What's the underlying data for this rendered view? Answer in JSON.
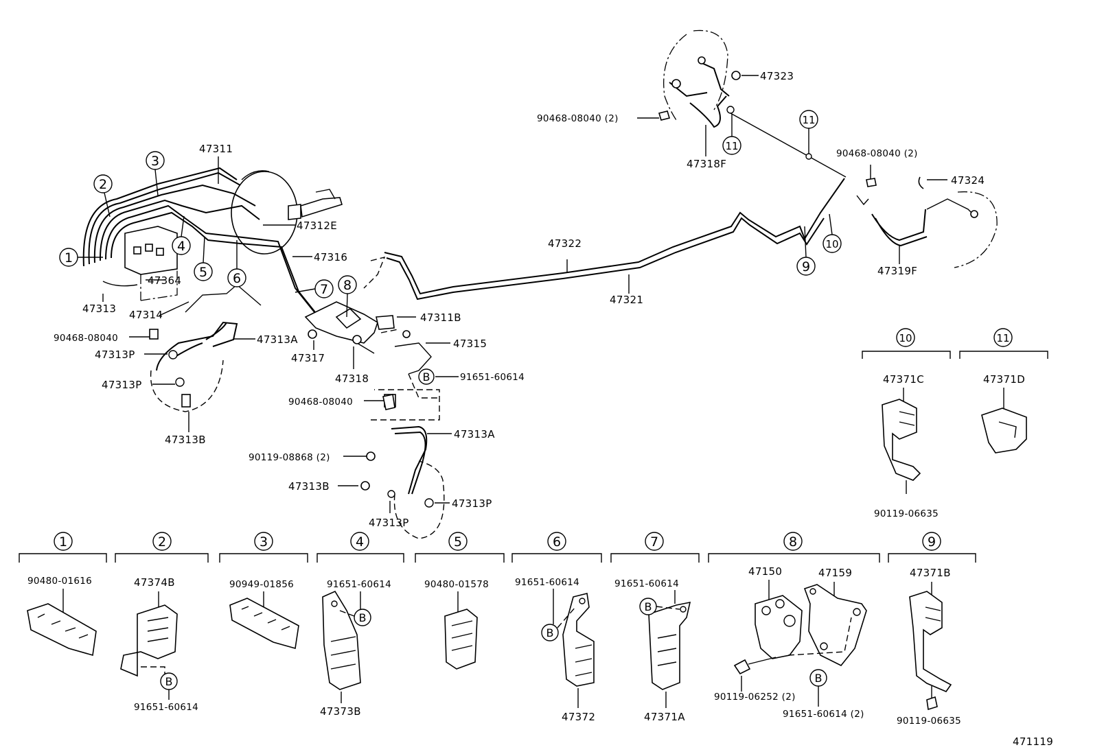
{
  "diagram_code": "471119",
  "main_labels": {
    "l47311": "47311",
    "l47312E": "47312E",
    "l47316": "47316",
    "l47364": "47364",
    "l47313": "47313",
    "l47314": "47314",
    "l90468_a": "90468-08040",
    "l47313A_a": "47313A",
    "l47313P_a": "47313P",
    "l47313P_b": "47313P",
    "l47313B_a": "47313B",
    "l47317": "47317",
    "l47318": "47318",
    "l47311B": "47311B",
    "l47315": "47315",
    "l91651_a": "91651-60614",
    "l90468_b": "90468-08040",
    "l47313A_b": "47313A",
    "l90119_08868": "90119-08868 (2)",
    "l47313B_b": "47313B",
    "l47313P_c": "47313P",
    "l47313P_d": "47313P",
    "l47322": "47322",
    "l47321": "47321",
    "l47323": "47323",
    "l90468_c": "90468-08040 (2)",
    "l47318F": "47318F",
    "l90468_d": "90468-08040 (2)",
    "l47324": "47324",
    "l47319F": "47319F",
    "l47371C": "47371C",
    "l90119_06635_a": "90119-06635",
    "l47371D": "47371D"
  },
  "callout_b": "B",
  "callouts": [
    "1",
    "2",
    "3",
    "4",
    "5",
    "6",
    "7",
    "8",
    "9",
    "10",
    "11"
  ],
  "detail_groups": [
    {
      "num": "1",
      "parts": [
        "90480-01616"
      ]
    },
    {
      "num": "2",
      "parts": [
        "47374B",
        "91651-60614"
      ]
    },
    {
      "num": "3",
      "parts": [
        "90949-01856"
      ]
    },
    {
      "num": "4",
      "parts": [
        "91651-60614",
        "47373B"
      ]
    },
    {
      "num": "5",
      "parts": [
        "90480-01578"
      ]
    },
    {
      "num": "6",
      "parts": [
        "91651-60614",
        "47372"
      ]
    },
    {
      "num": "7",
      "parts": [
        "91651-60614",
        "47371A"
      ]
    },
    {
      "num": "8",
      "parts": [
        "47150",
        "47159",
        "90119-06252 (2)",
        "91651-60614 (2)"
      ]
    },
    {
      "num": "9",
      "parts": [
        "47371B",
        "90119-06635"
      ]
    }
  ]
}
